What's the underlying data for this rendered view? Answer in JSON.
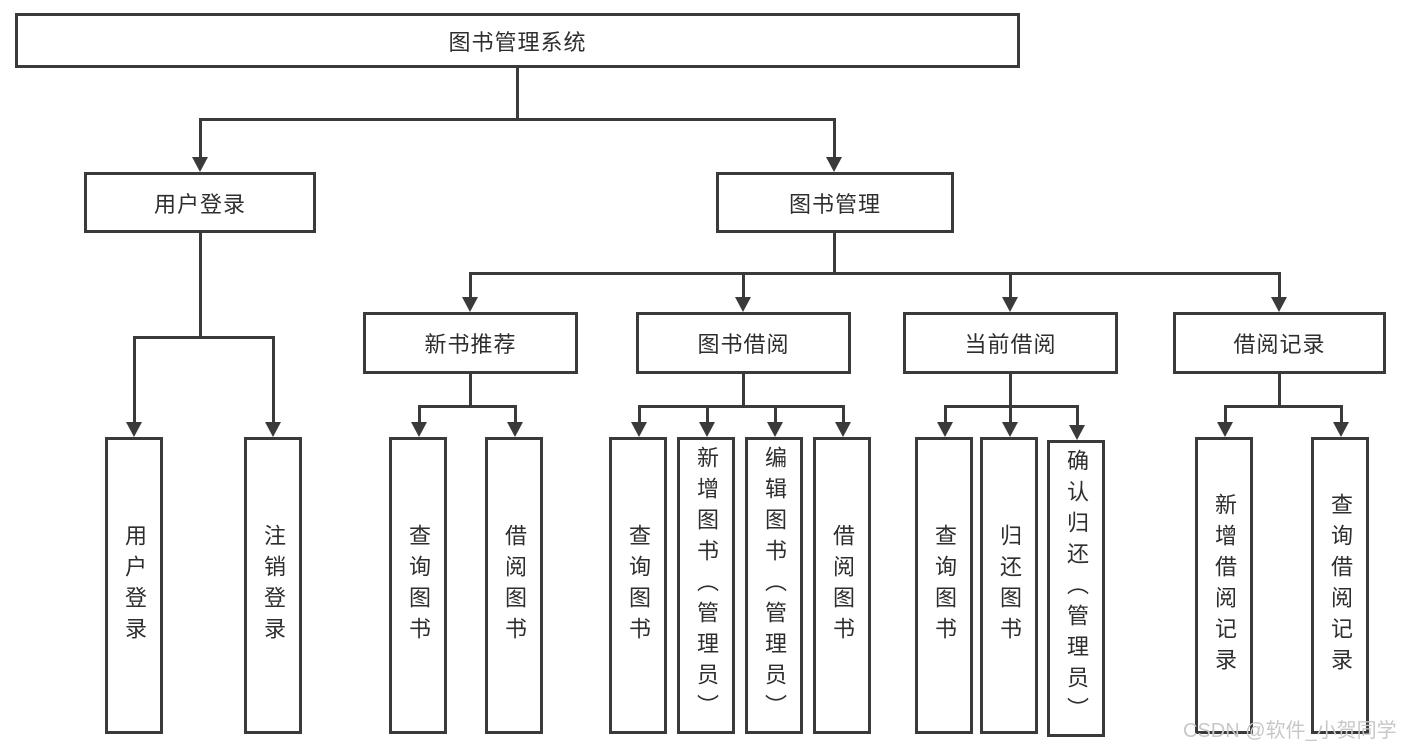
{
  "diagram": {
    "title": "图书管理系统",
    "root": {
      "label": "图书管理系统"
    },
    "level2": [
      {
        "label": "用户登录"
      },
      {
        "label": "图书管理"
      }
    ],
    "level3": [
      {
        "label": "新书推荐"
      },
      {
        "label": "图书借阅"
      },
      {
        "label": "当前借阅"
      },
      {
        "label": "借阅记录"
      }
    ],
    "leaves": {
      "user_login": [
        "用户登录",
        "注销登录"
      ],
      "new_book": [
        "查询图书",
        "借阅图书"
      ],
      "book_borrow": [
        "查询图书",
        "新增图书（管理员）",
        "编辑图书（管理员）",
        "借阅图书"
      ],
      "current_borrow": [
        "查询图书",
        "归还图书",
        "确认归还（管理员）"
      ],
      "borrow_record": [
        "新增借阅记录",
        "查询借阅记录"
      ]
    }
  },
  "watermark": {
    "text": "CSDN @软件_小贺同学"
  },
  "colors": {
    "line": "#3a3a3a",
    "text": "#2e2e2e",
    "watermark": "#c8c8c8"
  }
}
